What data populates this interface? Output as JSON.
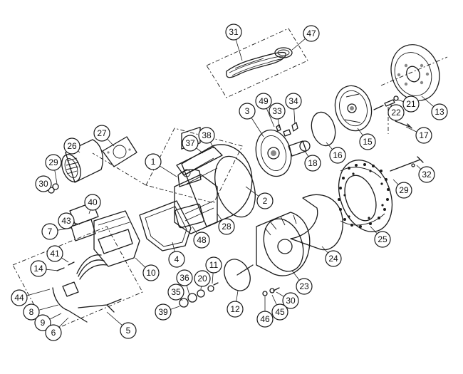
{
  "diagram": {
    "type": "exploded-parts-view",
    "callouts": [
      {
        "label": "31"
      },
      {
        "label": "47"
      },
      {
        "label": "13"
      },
      {
        "label": "3"
      },
      {
        "label": "49"
      },
      {
        "label": "33"
      },
      {
        "label": "34"
      },
      {
        "label": "22"
      },
      {
        "label": "21"
      },
      {
        "label": "17"
      },
      {
        "label": "16"
      },
      {
        "label": "15"
      },
      {
        "label": "18"
      },
      {
        "label": "27"
      },
      {
        "label": "26"
      },
      {
        "label": "37"
      },
      {
        "label": "38"
      },
      {
        "label": "1"
      },
      {
        "label": "29"
      },
      {
        "label": "30"
      },
      {
        "label": "32"
      },
      {
        "label": "29"
      },
      {
        "label": "2"
      },
      {
        "label": "40"
      },
      {
        "label": "43"
      },
      {
        "label": "7"
      },
      {
        "label": "48"
      },
      {
        "label": "28"
      },
      {
        "label": "25"
      },
      {
        "label": "4"
      },
      {
        "label": "41"
      },
      {
        "label": "14"
      },
      {
        "label": "10"
      },
      {
        "label": "24"
      },
      {
        "label": "11"
      },
      {
        "label": "36"
      },
      {
        "label": "20"
      },
      {
        "label": "35"
      },
      {
        "label": "23"
      },
      {
        "label": "44"
      },
      {
        "label": "12"
      },
      {
        "label": "30"
      },
      {
        "label": "45"
      },
      {
        "label": "39"
      },
      {
        "label": "46"
      },
      {
        "label": "8"
      },
      {
        "label": "9"
      },
      {
        "label": "6"
      },
      {
        "label": "5"
      }
    ]
  }
}
